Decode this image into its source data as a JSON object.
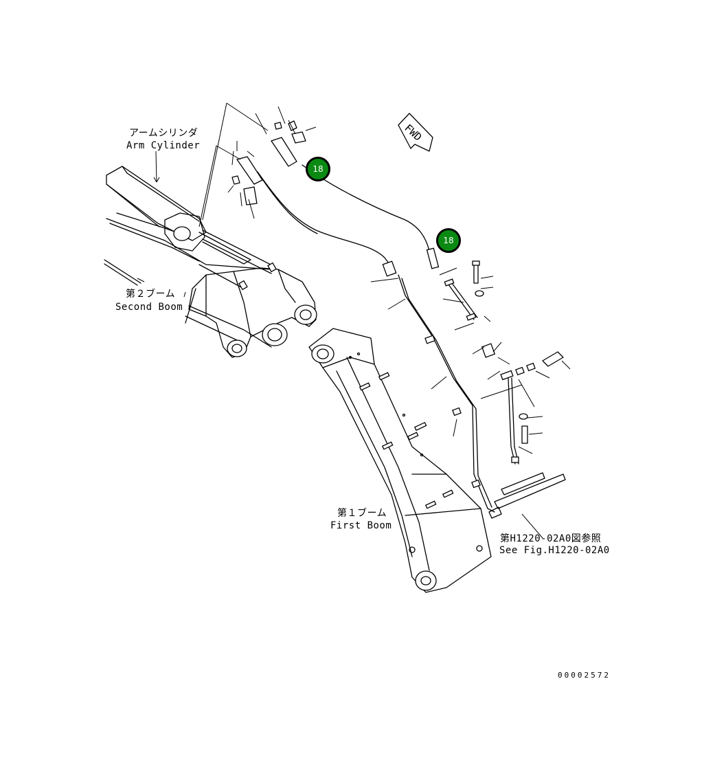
{
  "labels": {
    "arm_cylinder_jp": "アームシリンダ",
    "arm_cylinder_en": "Arm Cylinder",
    "second_boom_jp": "第２ブーム",
    "second_boom_en": "Second Boom",
    "first_boom_jp": "第１ブーム",
    "first_boom_en": "First Boom",
    "see_fig_jp": "第H1220-02A0図参照",
    "see_fig_en": "See Fig.H1220-02A0",
    "fwd": "FWD"
  },
  "callouts": [
    {
      "number": "18"
    },
    {
      "number": "18"
    }
  ],
  "drawing_number": "00002572",
  "colors": {
    "callout_fill": "#0a8a12",
    "line": "#000000",
    "background": "#ffffff"
  }
}
